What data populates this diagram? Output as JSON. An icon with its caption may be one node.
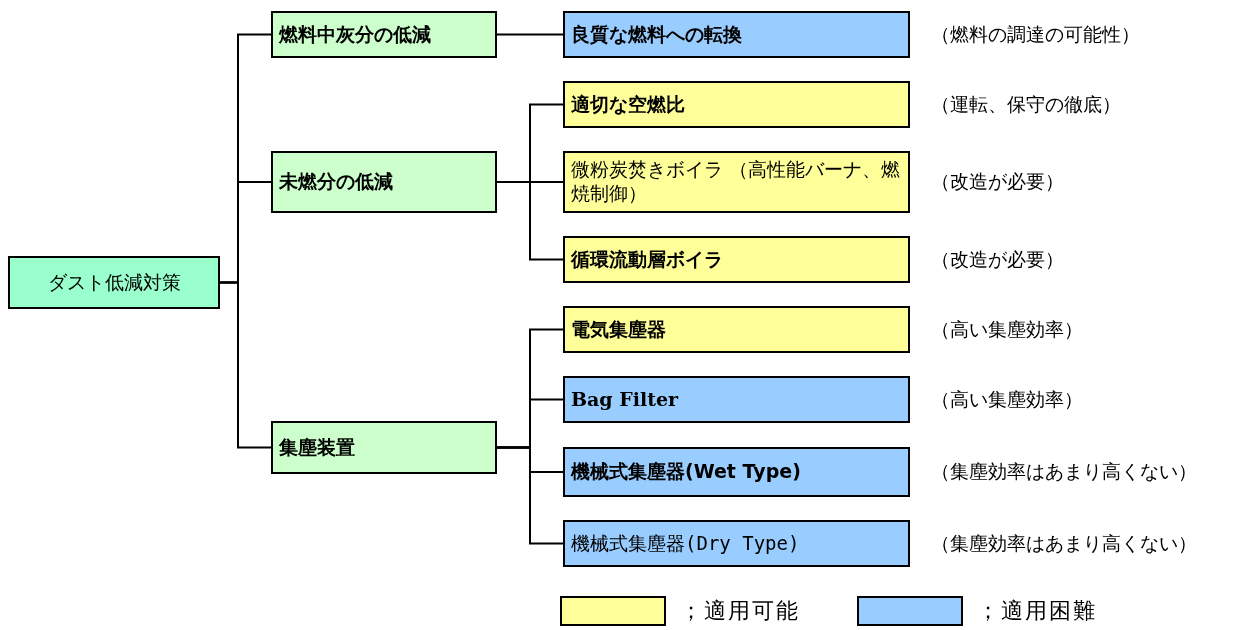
{
  "diagram": {
    "nodes": [
      {
        "text": [
          "ダスト低減対策"
        ]
      },
      {
        "text": [
          "燃料中灰分の低減"
        ]
      },
      {
        "text": [
          "未燃分の低減"
        ]
      },
      {
        "text": [
          "集塵装置"
        ]
      },
      {
        "text": [
          "良質な燃料への転換"
        ],
        "beside": [
          "（燃料の調達の可能性）"
        ]
      },
      {
        "text": [
          "適切な空燃比"
        ],
        "beside": [
          "（運転、保守の徹底）"
        ]
      },
      {
        "text": [
          "微粉炭焚きボイラ （高性能バーナ、燃焼制御）"
        ],
        "beside": [
          "（改造が必要）"
        ]
      },
      {
        "text": [
          "循環流動層ボイラ"
        ],
        "beside": [
          "（改造が必要）"
        ]
      },
      {
        "text": [
          "電気集塵器"
        ],
        "beside": [
          "（高い集塵効率）"
        ]
      },
      {
        "text": [
          "Bag Filter"
        ],
        "beside": [
          "（高い集塵効率）"
        ]
      },
      {
        "text": [
          "機械式集塵器(Wet Type)"
        ],
        "beside": [
          "（集塵効率はあまり高くない）"
        ]
      },
      {
        "text": [
          "機械式集塵器(Dry Type)"
        ],
        "beside": [
          "（集塵効率はあまり高くない）"
        ]
      }
    ],
    "edges": [
      {
        "from": 0,
        "to": 1,
        "arrow": "none"
      },
      {
        "from": 0,
        "to": 2,
        "arrow": "none"
      },
      {
        "from": 0,
        "to": 3,
        "arrow": "none"
      },
      {
        "from": 1,
        "to": 4,
        "arrow": "none"
      },
      {
        "from": 2,
        "to": 5,
        "arrow": "none"
      },
      {
        "from": 2,
        "to": 6,
        "arrow": "none"
      },
      {
        "from": 2,
        "to": 7,
        "arrow": "none"
      },
      {
        "from": 3,
        "to": 8,
        "arrow": "none"
      },
      {
        "from": 3,
        "to": 9,
        "arrow": "none"
      },
      {
        "from": 3,
        "to": 10,
        "arrow": "none"
      },
      {
        "from": 3,
        "to": 11,
        "arrow": "none"
      }
    ],
    "legend": [
      {
        "text": "；適用可能",
        "color": "#ffff99"
      },
      {
        "text": "；適用困難",
        "color": "#99ccff"
      }
    ]
  }
}
